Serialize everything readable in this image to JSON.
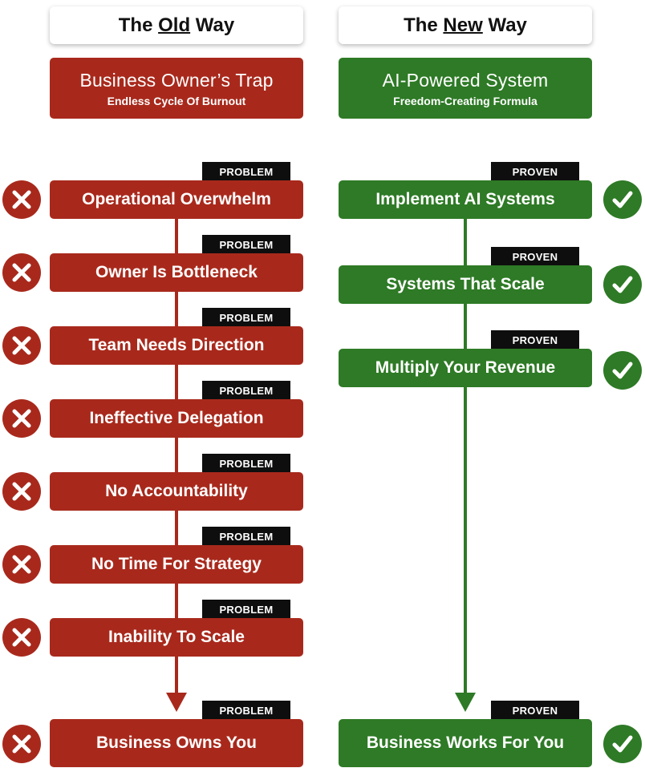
{
  "old": {
    "header": {
      "pre": "The ",
      "em": "Old",
      "post": " Way"
    },
    "banner": {
      "title": "Business Owner’s Trap",
      "subtitle": "Endless Cycle Of Burnout"
    },
    "tag": "PROBLEM",
    "steps": [
      "Operational Overwhelm",
      "Owner Is Bottleneck",
      "Team Needs Direction",
      "Ineffective Delegation",
      "No Accountability",
      "No Time For Strategy",
      "Inability To Scale"
    ],
    "final": "Business Owns You",
    "icon": "x-icon",
    "color": "#a8291c"
  },
  "new": {
    "header": {
      "pre": "The ",
      "em": "New",
      "post": " Way"
    },
    "banner": {
      "title": "AI-Powered System",
      "subtitle": "Freedom-Creating Formula"
    },
    "tag": "PROVEN",
    "steps": [
      "Implement AI Systems",
      "Systems That Scale",
      "Multiply Your Revenue"
    ],
    "final": "Business Works For You",
    "icon": "check-icon",
    "color": "#2e7a26"
  }
}
